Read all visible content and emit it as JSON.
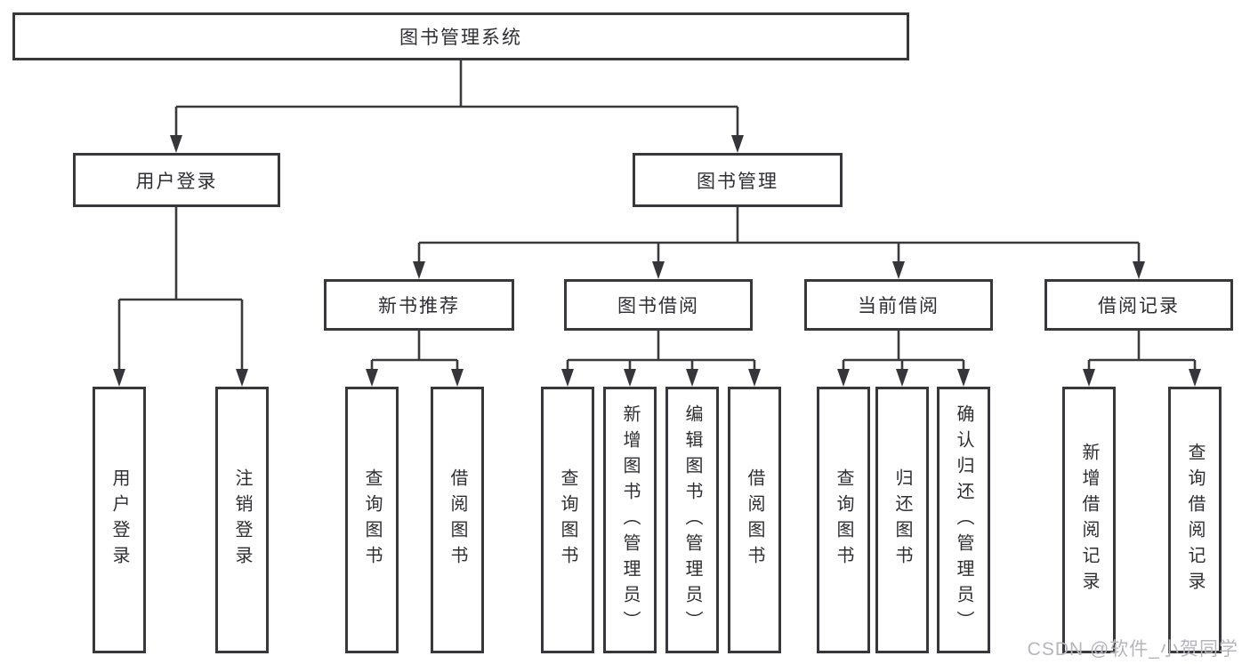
{
  "root": {
    "label": "图书管理系统",
    "children": [
      {
        "label": "用户登录",
        "children": [
          {
            "label": "用户登录"
          },
          {
            "label": "注销登录"
          }
        ]
      },
      {
        "label": "图书管理",
        "children": [
          {
            "label": "新书推荐",
            "children": [
              {
                "label": "查询图书"
              },
              {
                "label": "借阅图书"
              }
            ]
          },
          {
            "label": "图书借阅",
            "children": [
              {
                "label": "查询图书"
              },
              {
                "label": "新增图书（管理员）"
              },
              {
                "label": "编辑图书（管理员）"
              },
              {
                "label": "借阅图书"
              }
            ]
          },
          {
            "label": "当前借阅",
            "children": [
              {
                "label": "查询图书"
              },
              {
                "label": "归还图书"
              },
              {
                "label": "确认归还（管理员）"
              }
            ]
          },
          {
            "label": "借阅记录",
            "children": [
              {
                "label": "新增借阅记录"
              },
              {
                "label": "查询借阅记录"
              }
            ]
          }
        ]
      }
    ]
  },
  "watermark": {
    "text": "CSDN @软件_小贺同学"
  },
  "colors": {
    "line": "#3a3a3e",
    "box_border": "#38383c",
    "text": "#2f2f33",
    "background": "#ffffff",
    "watermark": "#b5b5bd"
  }
}
